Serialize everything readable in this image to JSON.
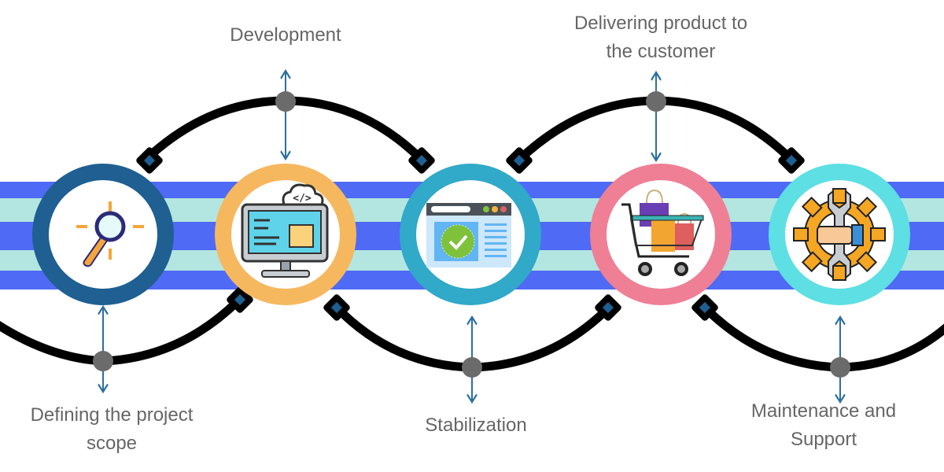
{
  "title": "Software development lifecycle phases",
  "colors": {
    "band_blue": "#4f6af5",
    "band_teal": "#b3e6e0",
    "connector": "#000000",
    "node_dot": "#6b6b6b",
    "arrow": "#2e6f9e",
    "diamond": "#1f5f91",
    "label_text": "#666666"
  },
  "stages": [
    {
      "id": "scope",
      "order": 1,
      "label_lines": [
        "Defining the project",
        "scope"
      ],
      "icon": "magnifier-icon",
      "ring_color": "#1f5f91",
      "label_side": "bottom"
    },
    {
      "id": "development",
      "order": 2,
      "label_lines": [
        "Development"
      ],
      "icon": "monitor-code-cloud-icon",
      "ring_color": "#f6b85f",
      "label_side": "top"
    },
    {
      "id": "stabilization",
      "order": 3,
      "label_lines": [
        "Stabilization"
      ],
      "icon": "browser-check-icon",
      "ring_color": "#31a9c8",
      "label_side": "bottom"
    },
    {
      "id": "delivery",
      "order": 4,
      "label_lines": [
        "Delivering product to",
        "the customer"
      ],
      "icon": "shopping-cart-icon",
      "ring_color": "#ef7f95",
      "label_side": "top"
    },
    {
      "id": "maintenance",
      "order": 5,
      "label_lines": [
        "Maintenance and",
        "Support"
      ],
      "icon": "gear-wrench-hand-icon",
      "ring_color": "#5ddfe4",
      "label_side": "bottom"
    }
  ]
}
